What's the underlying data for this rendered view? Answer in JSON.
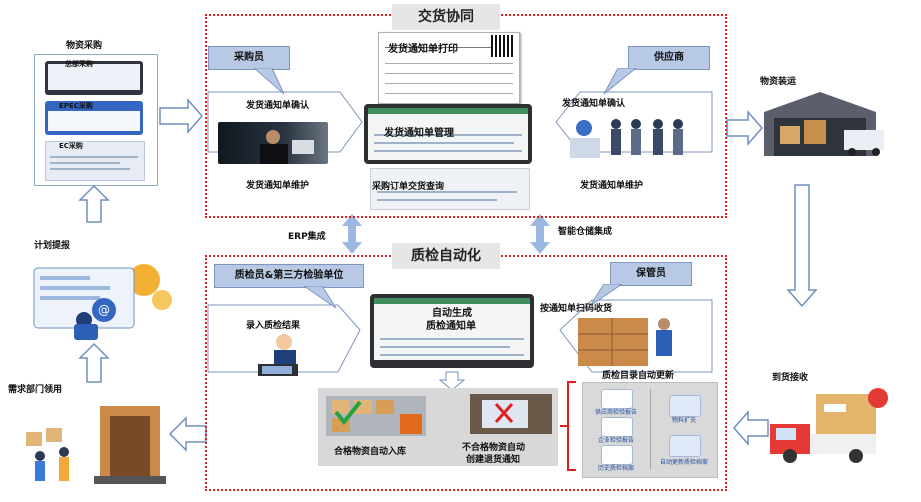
{
  "sections": {
    "delivery": {
      "title": "交货协同"
    },
    "qc": {
      "title": "质检自动化"
    }
  },
  "left": {
    "procurement": "物资采购",
    "tab_hq": "总部采购",
    "tab_epec": "EPEC采购",
    "tab_ec": "EC采购",
    "plan": "计划提报",
    "dept": "需求部门领用"
  },
  "right": {
    "loading": "物资装运",
    "arrival": "到货接收"
  },
  "delivery": {
    "role_buyer": "采购员",
    "role_supplier": "供应商",
    "print_doc": "发货通知单打印",
    "manage": "发货通知单管理",
    "buyer_confirm": "发货通知单确认",
    "buyer_maintain": "发货通知单维护",
    "supplier_confirm": "发货通知单确认",
    "supplier_maintain": "发货通知单维护",
    "order_query": "采购订单交货查询"
  },
  "integrations": {
    "erp": "ERP集成",
    "wms": "智能仓储集成"
  },
  "qc": {
    "role_inspector": "质检员&第三方检验单位",
    "role_keeper": "保管员",
    "enter_result": "录入质检结果",
    "auto_gen_1": "自动生成",
    "auto_gen_2": "质检通知单",
    "scan_receive": "按通知单扫码收货",
    "catalog_update": "质检目录自动更新",
    "pass_in": "合格物资自动入库",
    "fail_1": "不合格物资自动",
    "fail_2": "创建退货通知",
    "cat_1": "供应商检验报告",
    "cat_2": "企业检验报告",
    "cat_3": "历史质检档案",
    "cat_4": "物料扩充",
    "cat_5": "自动更新质检档案"
  },
  "colors": {
    "border_red": "#e02020",
    "role_blue": "#b8c9e6",
    "arrow_blue": "#9db8e0",
    "section_title_bg": "#e6e6e6"
  }
}
